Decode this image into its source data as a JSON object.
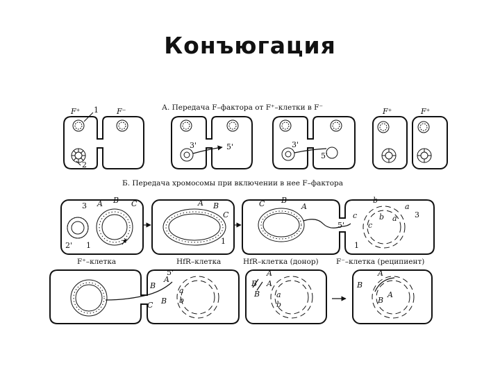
{
  "slide": {
    "title": "Конъюгация"
  },
  "section_a": {
    "caption": "А. Передача F–фактора от F⁺–клетки в F⁻",
    "labels": {
      "fplus_1": "F⁺",
      "one": "1",
      "fminus_1": "F⁻",
      "two": "2",
      "three_prime_1": "3'",
      "five_prime_1": "5'",
      "three_prime_2": "3'",
      "five_prime_2": "5'",
      "fplus_2": "F⁺",
      "fplus_3": "F⁺"
    }
  },
  "section_b": {
    "caption": "Б. Передача хромосомы при включении в нее F–фактора",
    "labels": {
      "p1_3": "3",
      "p1_A": "A",
      "p1_B": "B",
      "p1_C": "C",
      "p1_2p": "2'",
      "p1_1": "1",
      "p2_A": "A",
      "p2_B": "B",
      "p2_C": "C",
      "p2_1": "1",
      "p3_C": "C",
      "p3_B": "B",
      "p3_A": "A",
      "p3_5p": "5'",
      "p4_b": "b",
      "p4_a": "a",
      "p4_3": "3",
      "p4_c": "c",
      "p4_c2": "c",
      "p4_b2": "b",
      "p4_a2": "a",
      "p4_1": "1",
      "r3_5p": "5'",
      "r3_A": "A",
      "r3_B": "B",
      "r3_C": "C",
      "r3_B2": "B",
      "r3_a": "a",
      "r3_b": "b",
      "r3b_A": "A",
      "r3b_B": "B",
      "r3b_A2": "A",
      "r3b_B2": "B",
      "r3b_a": "a",
      "r3b_b": "b",
      "r3c_B": "B",
      "r3c_A": "A",
      "r3c_A2": "A",
      "r3c_B2": "B"
    },
    "row_captions": {
      "fplus_cell": "F⁺–клетка",
      "hfr_cell": "HfR–клетка",
      "hfr_donor": "HfR–клетка (донор)",
      "fminus_recipient": "F⁻–клетка (реципиент)"
    }
  }
}
